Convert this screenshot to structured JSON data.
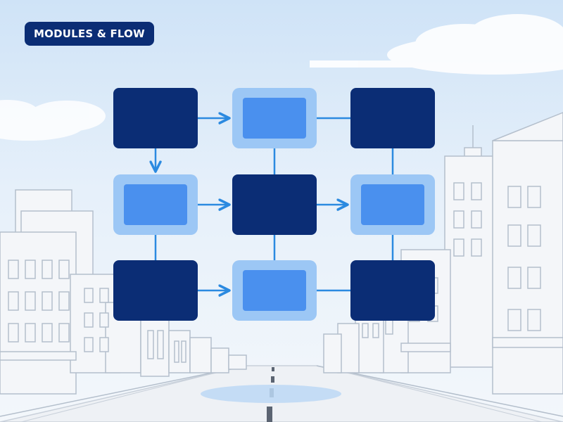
{
  "title": "MODULES & FLOW",
  "colors": {
    "title_bg": "#0b2d75",
    "dark_module": "#0b2d75",
    "light_module_outer": "#9cc7f5",
    "light_module_inner": "#4a90ee",
    "connector": "#2b8ae0",
    "sky_top": "#cfe3f7",
    "building_stroke": "#b4bfcc",
    "building_fill": "#f4f6f9",
    "road": "#eef1f5",
    "puddle": "#bcd8f4"
  },
  "modules": [
    {
      "id": "r1c1",
      "row": 1,
      "col": 1,
      "style": "dark"
    },
    {
      "id": "r1c2",
      "row": 1,
      "col": 2,
      "style": "light"
    },
    {
      "id": "r1c3",
      "row": 1,
      "col": 3,
      "style": "dark"
    },
    {
      "id": "r2c1",
      "row": 2,
      "col": 1,
      "style": "light"
    },
    {
      "id": "r2c2",
      "row": 2,
      "col": 2,
      "style": "dark"
    },
    {
      "id": "r2c3",
      "row": 2,
      "col": 3,
      "style": "light"
    },
    {
      "id": "r3c1",
      "row": 3,
      "col": 1,
      "style": "dark"
    },
    {
      "id": "r3c2",
      "row": 3,
      "col": 2,
      "style": "light"
    },
    {
      "id": "r3c3",
      "row": 3,
      "col": 3,
      "style": "dark"
    }
  ],
  "connections": [
    {
      "from": "r1c1",
      "to": "r1c2",
      "arrow": true
    },
    {
      "from": "r1c2",
      "to": "r1c3",
      "arrow": false
    },
    {
      "from": "r1c1",
      "to": "r2c1",
      "arrow": true
    },
    {
      "from": "r1c2",
      "to": "r2c2",
      "arrow": false
    },
    {
      "from": "r1c3",
      "to": "r2c3",
      "arrow": false
    },
    {
      "from": "r2c1",
      "to": "r2c2",
      "arrow": true
    },
    {
      "from": "r2c2",
      "to": "r2c3",
      "arrow": true
    },
    {
      "from": "r2c1",
      "to": "r3c1",
      "arrow": false
    },
    {
      "from": "r2c2",
      "to": "r3c2",
      "arrow": false
    },
    {
      "from": "r2c3",
      "to": "r3c3",
      "arrow": false
    },
    {
      "from": "r3c1",
      "to": "r3c2",
      "arrow": true
    },
    {
      "from": "r3c2",
      "to": "r3c3",
      "arrow": false
    }
  ]
}
